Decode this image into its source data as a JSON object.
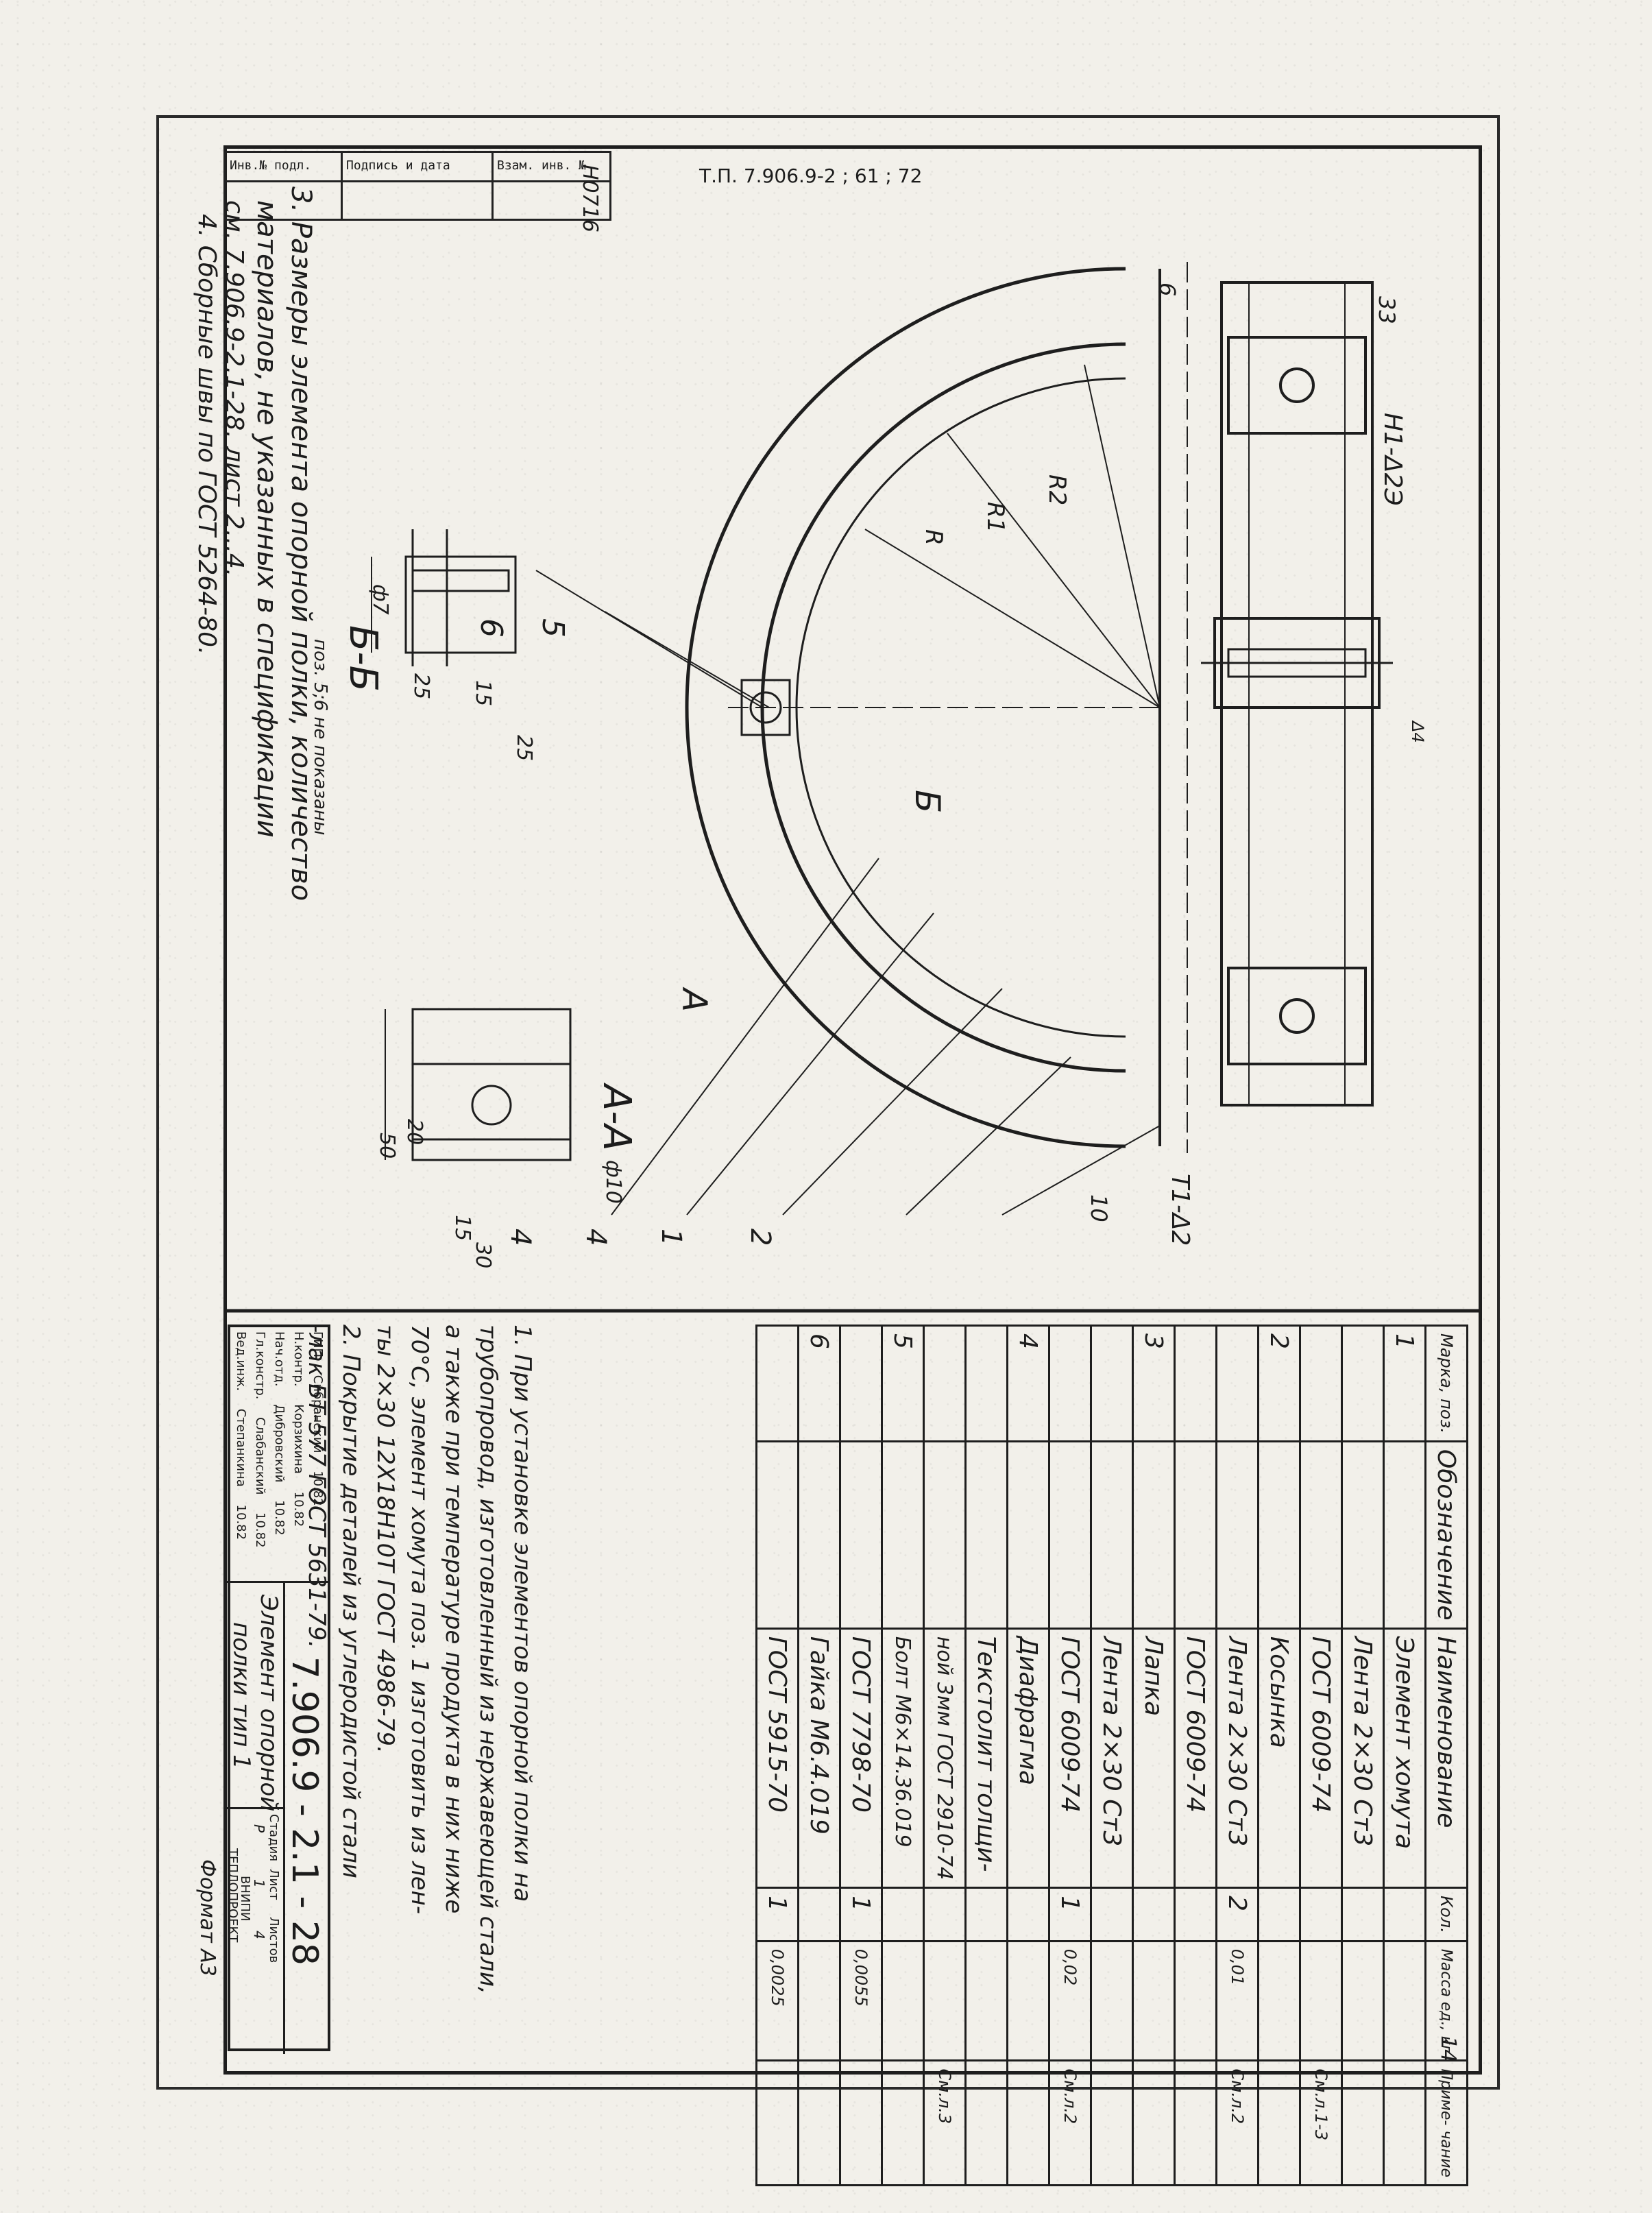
{
  "header": {
    "doc_ref": "Т.П. 7.906.9-2 ; 61 ; 72",
    "side_note": "Н0716",
    "stamp_cells": [
      "Инв.№ подл.",
      "Подпись и дата",
      "Взам. инв. №"
    ]
  },
  "drawing": {
    "section_aa_title": "А-А",
    "section_bb_title": "Б-Б",
    "bb_note": "поз. 5;6 не показаны",
    "weld_top": "Н1-Δ2Э",
    "weld_bottom": "Т1-Δ2",
    "dims": {
      "d1": "6",
      "d2": "33",
      "d3": "10",
      "d4": "25",
      "d5": "15",
      "d6": "25",
      "d7": "ф7",
      "d8": "20",
      "d9": "50",
      "d10": "15",
      "d11": "30",
      "d12": "ф10"
    },
    "radii": {
      "r": "R",
      "r1": "R1",
      "r2": "R2"
    },
    "positions": {
      "p1": "1",
      "p2": "2",
      "p4": "4",
      "p4b": "4",
      "p5": "5",
      "p6": "6"
    },
    "cut_a": "А",
    "cut_b": "Б",
    "weld_small": "Δ4"
  },
  "notes": {
    "n1": "1. При установке элементов опорной полки на",
    "n1b": "трубопровод, изготовленный из нержавеющей стали,",
    "n1c": "а также при температуре продукта в них ниже",
    "n1d": "70°С, элемент хомута поз. 1 изготовить из лен-",
    "n1e": "ты 2×30 12Х18Н10Т ГОСТ 4986-79.",
    "n2": "2. Покрытие деталей из углеродистой стали",
    "n2b": "-лак БТ-577 ГОСТ 5631-79.",
    "n3": "3. Размеры элемента опорной полки, количество",
    "n3b": "материалов, не указанных в спецификации",
    "n3c": "см. 7.906.9-2.1-28, лист 2...4.",
    "n4": "4. Сборные швы по ГОСТ 5264-80."
  },
  "spec_table": {
    "headers": [
      "Марка, поз.",
      "Обозначение",
      "Наименование",
      "Кол.",
      "Масса ед., кг",
      "Приме- чание"
    ],
    "rows": [
      [
        "1",
        "",
        "Элемент хомута",
        "",
        "",
        ""
      ],
      [
        "",
        "",
        "Лента 2×30 Ст3",
        "",
        "",
        ""
      ],
      [
        "",
        "",
        "ГОСТ 6009-74",
        "",
        "",
        "См.л.1-3"
      ],
      [
        "2",
        "",
        "Косынка",
        "",
        "",
        ""
      ],
      [
        "",
        "",
        "Лента 2×30 Ст3",
        "2",
        "0,01",
        "См.л.2"
      ],
      [
        "",
        "",
        "ГОСТ 6009-74",
        "",
        "",
        ""
      ],
      [
        "3",
        "",
        "Лапка",
        "",
        "",
        ""
      ],
      [
        "",
        "",
        "Лента 2×30 Ст3",
        "",
        "",
        ""
      ],
      [
        "",
        "",
        "ГОСТ 6009-74",
        "1",
        "0,02",
        "См.л.2"
      ],
      [
        "4",
        "",
        "Диафрагма",
        "",
        "",
        ""
      ],
      [
        "",
        "",
        "Текстолит толщи-",
        "",
        "",
        ""
      ],
      [
        "",
        "",
        "ной 3мм ГОСТ 2910-74",
        "",
        "",
        "См.л.3"
      ],
      [
        "5",
        "",
        "Болт М6×14.36.019",
        "",
        "",
        ""
      ],
      [
        "",
        "",
        "ГОСТ 7798-70",
        "1",
        "0,0055",
        ""
      ],
      [
        "6",
        "",
        "Гайка М6.4.019",
        "",
        "",
        ""
      ],
      [
        "",
        "",
        "ГОСТ 5915-70",
        "1",
        "0,0025",
        ""
      ]
    ]
  },
  "title_block": {
    "doc_number": "7.906.9 - 2.1 - 28",
    "name_line1": "Элемент опорной",
    "name_line2": "полки тип 1",
    "stage_label": "Стадия",
    "sheet_label": "Лист",
    "sheets_label": "Листов",
    "stage": "Р",
    "sheet": "1",
    "sheets": "4",
    "org1": "ВНИПИ",
    "org2": "ТЕПЛОПРОЕКТ",
    "roles": [
      [
        "ГИП",
        "Сибранский",
        "10.82"
      ],
      [
        "Н.контр.",
        "Корзихина",
        "10.82"
      ],
      [
        "Нач.отд.",
        "Дибровский",
        "10.82"
      ],
      [
        "Гл.констр.",
        "Слабанский",
        "10.82"
      ],
      [
        "Вед.инж.",
        "Степанкина",
        "10.82"
      ]
    ]
  },
  "footer": {
    "format": "Формат А3",
    "sheet_corner": "14"
  }
}
